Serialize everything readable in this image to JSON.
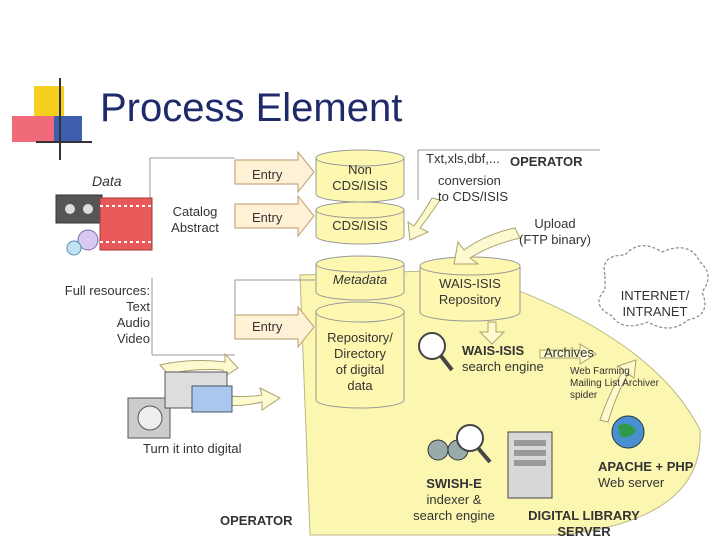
{
  "title": "Process Element",
  "left": {
    "data_label": "Data",
    "catalog_abstract": [
      "Catalog",
      "Abstract"
    ],
    "full_resources": [
      "Full resources:",
      "Text",
      "Audio",
      "Video"
    ],
    "turn_digital": "Turn it into digital",
    "operator_bottom": "OPERATOR"
  },
  "entries": {
    "entry1": "Entry",
    "entry2": "Entry",
    "entry3": "Entry"
  },
  "cylinders": {
    "non_cds": [
      "Non",
      "CDS/ISIS"
    ],
    "cds": "CDS/ISIS",
    "metadata": "Metadata",
    "repository": [
      "Repository/",
      "Directory",
      "of digital",
      "data"
    ],
    "wais_repo": [
      "WAIS-ISIS",
      "Repository"
    ]
  },
  "top_right": {
    "txt": "Txt,xls,dbf,...",
    "operator": "OPERATOR",
    "conversion": [
      "conversion",
      "to CDS/ISIS"
    ],
    "upload": [
      "Upload",
      "(FTP binary)"
    ]
  },
  "cloud": [
    "INTERNET/",
    "INTRANET"
  ],
  "engine": {
    "wais_engine": [
      "WAIS-ISIS",
      "search engine"
    ],
    "archives": "Archives",
    "farming": [
      "Web Farming",
      "Mailing List Archiver",
      "spider"
    ]
  },
  "server": {
    "apache": [
      "APACHE + PHP",
      "Web server"
    ],
    "swish": [
      "SWISH-E",
      "indexer &",
      "search engine"
    ],
    "digital_lib": [
      "DIGITAL LIBRARY",
      "SERVER"
    ]
  },
  "colors": {
    "title": "#1f2a6b",
    "cylinder": "#fdf7b0",
    "server_area": "#fbf6a8",
    "arrow_fill": "#fefad0"
  }
}
